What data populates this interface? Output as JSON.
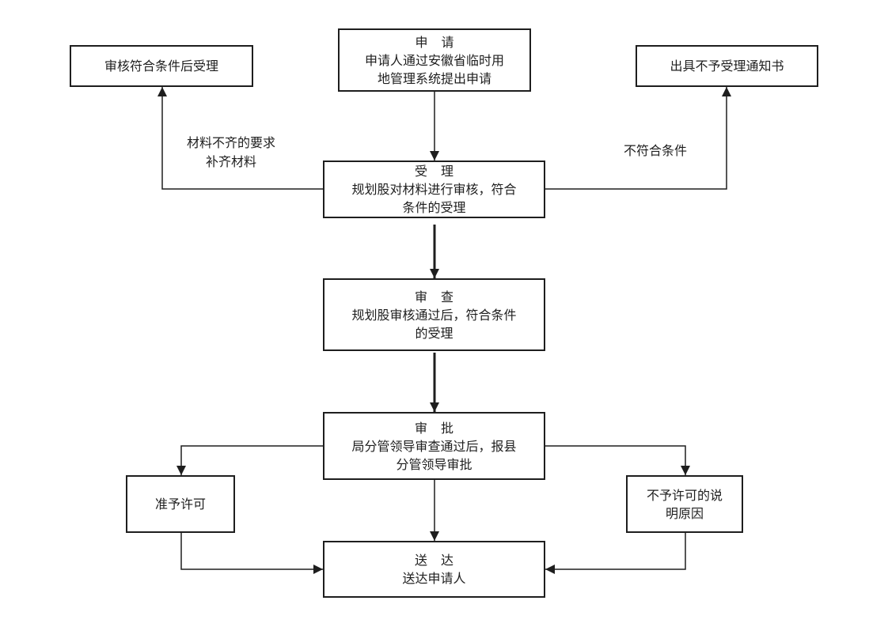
{
  "nodes": {
    "apply": {
      "title": "申 请",
      "lines": [
        "申请人通过安徽省临时用",
        "地管理系统提出申请"
      ]
    },
    "accept_after_review": {
      "lines": [
        "审核符合条件后受理"
      ]
    },
    "reject_notice": {
      "lines": [
        "出具不予受理通知书"
      ]
    },
    "accept": {
      "title": "受 理",
      "lines": [
        "规划股对材料进行审核，符合",
        "条件的受理"
      ]
    },
    "review": {
      "title": "审 查",
      "lines": [
        "规划股审核通过后，符合条件",
        "的受理"
      ]
    },
    "approve": {
      "title": "审 批",
      "lines": [
        "局分管领导审查通过后，报县",
        "分管领导审批"
      ]
    },
    "grant": {
      "lines": [
        "准予许可"
      ]
    },
    "deny": {
      "lines": [
        "不予许可的说",
        "明原因"
      ]
    },
    "deliver": {
      "title": "送 达",
      "lines": [
        "送达申请人"
      ]
    }
  },
  "edge_labels": {
    "incomplete": [
      "材料不齐的要求",
      "补齐材料"
    ],
    "not_qualified": "不符合条件"
  },
  "colors": {
    "stroke": "#1e1e1e",
    "background": "#ffffff"
  }
}
